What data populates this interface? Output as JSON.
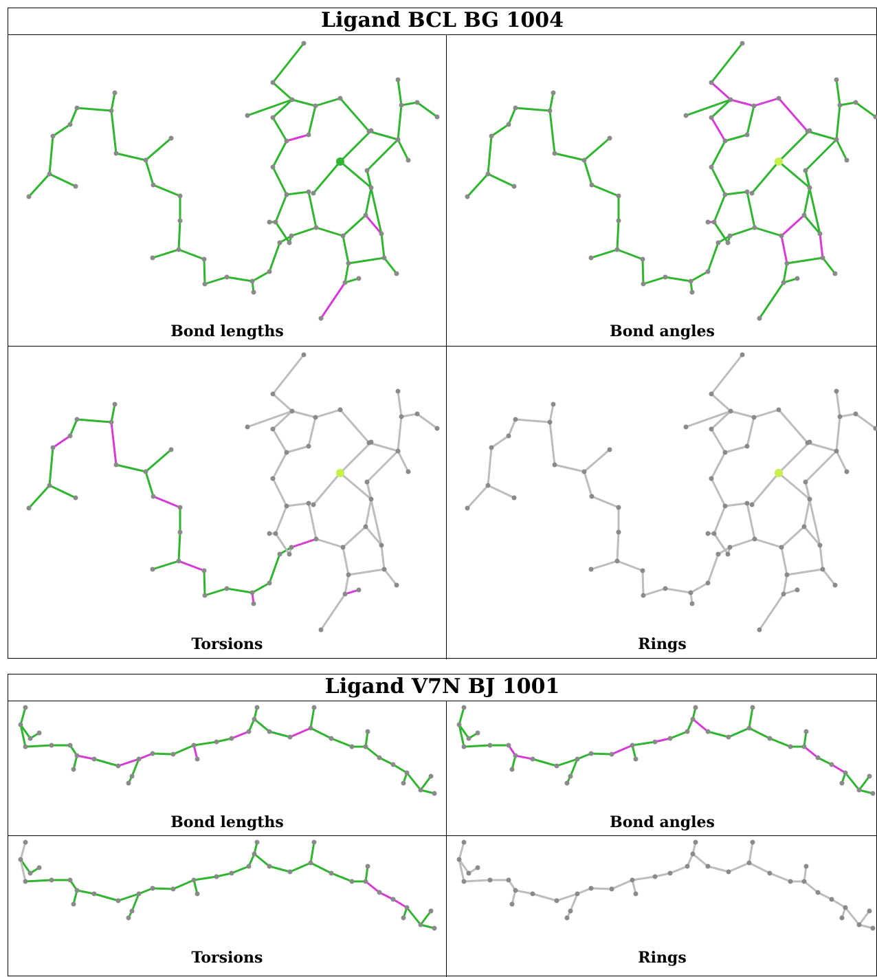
{
  "colors": {
    "ok": "#2fb52f",
    "outlier": "#d63bd6",
    "neutral": "#bdbdbd",
    "atom": "#8a8a8a",
    "metal": "#c8f04a"
  },
  "ligands": [
    {
      "title": "Ligand BCL BG 1004",
      "panels": [
        {
          "caption": "Bond lengths"
        },
        {
          "caption": "Bond angles"
        },
        {
          "caption": "Torsions"
        },
        {
          "caption": "Rings"
        }
      ]
    },
    {
      "title": "Ligand V7N BJ 1001",
      "panels": [
        {
          "caption": "Bond lengths"
        },
        {
          "caption": "Bond angles"
        },
        {
          "caption": "Torsions"
        },
        {
          "caption": "Rings"
        }
      ]
    }
  ]
}
